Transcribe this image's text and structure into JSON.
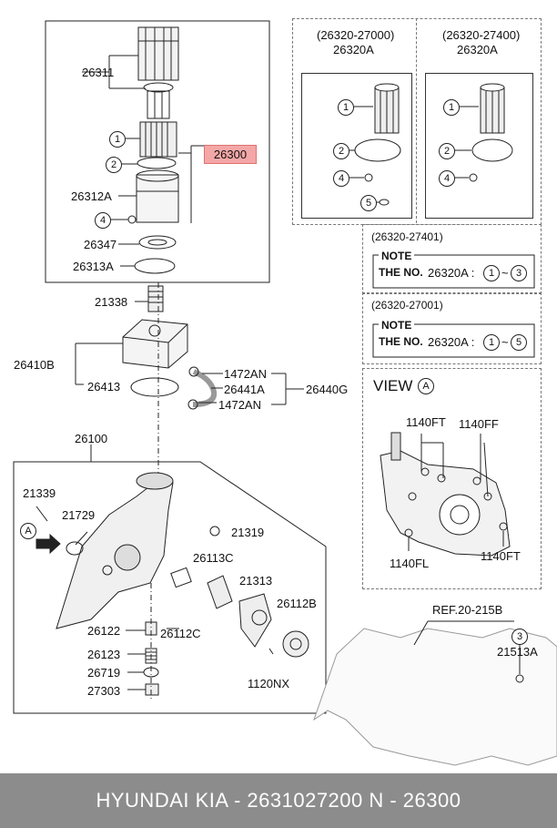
{
  "left_group": {
    "parts": [
      "26311",
      "26300",
      "26312A",
      "26347",
      "26313A",
      "21338",
      "26410B",
      "26413",
      "1472AN",
      "26441A",
      "26440G",
      "1472AN",
      "26100",
      "21339",
      "21729",
      "21319",
      "26113C",
      "21313",
      "26112B",
      "26122",
      "26112C",
      "26123",
      "26719",
      "1120NX",
      "27303"
    ],
    "circle_labels": [
      "1",
      "2",
      "4"
    ],
    "callout_a": "A"
  },
  "kit_left": {
    "code": "(26320-27000)",
    "part": "26320A",
    "circles": [
      "1",
      "2",
      "4",
      "5"
    ]
  },
  "kit_right": {
    "code": "(26320-27400)",
    "part": "26320A",
    "circles": [
      "1",
      "2",
      "4"
    ]
  },
  "note1": {
    "code": "(26320-27401)",
    "title": "NOTE",
    "text": "THE NO.",
    "part": "26320A :",
    "from": "1",
    "tilde": "~",
    "to": "3"
  },
  "note2": {
    "code": "(26320-27001)",
    "title": "NOTE",
    "text": "THE NO.",
    "part": "26320A :",
    "from": "1",
    "tilde": "~",
    "to": "5"
  },
  "view": {
    "title": "VIEW",
    "circle": "A",
    "labels": [
      "1140FT",
      "1140FF",
      "1140FL",
      "1140FT"
    ]
  },
  "ref": {
    "text": "REF.20-215B",
    "circle": "3",
    "part": "21513A"
  },
  "footer": {
    "text": "HYUNDAI  KIA - 2631027200     N - 26300"
  }
}
